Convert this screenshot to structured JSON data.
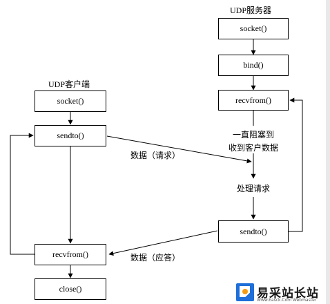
{
  "server": {
    "title": "UDP服务器",
    "socket": "socket()",
    "bind": "bind()",
    "recvfrom": "recvfrom()",
    "block_line1": "一直阻塞到",
    "block_line2": "收到客户数据",
    "process": "处理请求",
    "sendto": "sendto()"
  },
  "client": {
    "title": "UDP客户端",
    "socket": "socket()",
    "sendto": "sendto()",
    "recvfrom": "recvfrom()",
    "close": "close()"
  },
  "edges": {
    "request": "数据（请求）",
    "reply": "数据（应答）"
  },
  "watermark": {
    "title": "易采站长站",
    "url": "Www.Easck.Com  Webmaster"
  }
}
